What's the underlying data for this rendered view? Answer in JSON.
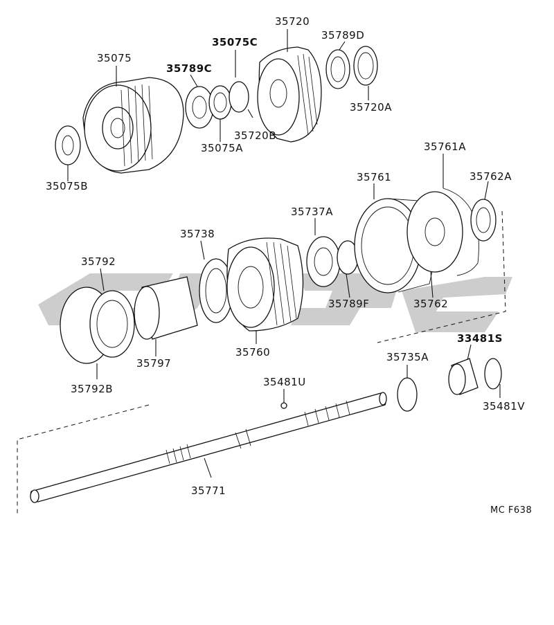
{
  "parts": [
    {
      "id": "35720",
      "label": "35720"
    },
    {
      "id": "35075C",
      "label": "35075C"
    },
    {
      "id": "35789D",
      "label": "35789D"
    },
    {
      "id": "35075",
      "label": "35075"
    },
    {
      "id": "35789C",
      "label": "35789C"
    },
    {
      "id": "35720B",
      "label": "35720B"
    },
    {
      "id": "35720A",
      "label": "35720A"
    },
    {
      "id": "35075A",
      "label": "35075A"
    },
    {
      "id": "35075B",
      "label": "35075B"
    },
    {
      "id": "35761A",
      "label": "35761A"
    },
    {
      "id": "35761",
      "label": "35761"
    },
    {
      "id": "35762A",
      "label": "35762A"
    },
    {
      "id": "35737A",
      "label": "35737A"
    },
    {
      "id": "35738",
      "label": "35738"
    },
    {
      "id": "35792",
      "label": "35792"
    },
    {
      "id": "35789F",
      "label": "35789F"
    },
    {
      "id": "35762",
      "label": "35762"
    },
    {
      "id": "33481S",
      "label": "33481S"
    },
    {
      "id": "35797",
      "label": "35797"
    },
    {
      "id": "35760",
      "label": "35760"
    },
    {
      "id": "35735A",
      "label": "35735A"
    },
    {
      "id": "35481U",
      "label": "35481U"
    },
    {
      "id": "35792B",
      "label": "35792B"
    },
    {
      "id": "35481V",
      "label": "35481V"
    },
    {
      "id": "35771",
      "label": "35771"
    }
  ],
  "figure_code": "MC F638",
  "colors": {
    "line": "#111111",
    "watermark": "#c8c8c8",
    "background": "#ffffff"
  }
}
